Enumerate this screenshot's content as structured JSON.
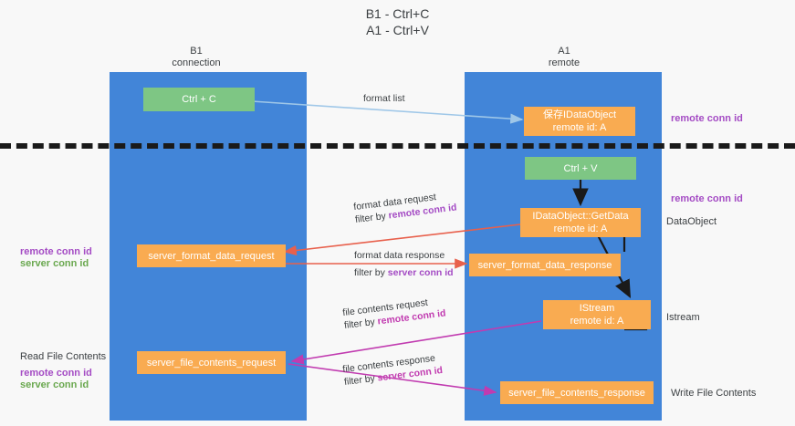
{
  "title": {
    "line1": "B1 - Ctrl+C",
    "line2": "A1 - Ctrl+V"
  },
  "columns": [
    {
      "name": "B1",
      "role": "connection"
    },
    {
      "name": "A1",
      "role": "remote"
    }
  ],
  "boxes": {
    "ctrl_c": {
      "label": "Ctrl + C",
      "color": "#7ec684"
    },
    "save_idataobject": {
      "line1": "保存IDataObject",
      "line2": "remote id: A",
      "color": "#f9ab51"
    },
    "ctrl_v": {
      "label": "Ctrl + V",
      "color": "#7ec684"
    },
    "getdata": {
      "line1": "IDataObject::GetData",
      "line2": "remote id: A",
      "color": "#f9ab51"
    },
    "server_format_data_request": {
      "label": "server_format_data_request",
      "color": "#f9ab51"
    },
    "server_format_data_response": {
      "label": "server_format_data_response",
      "color": "#f9ab51"
    },
    "istream": {
      "line1": "IStream",
      "line2": "remote id: A",
      "color": "#f9ab51"
    },
    "server_file_contents_request": {
      "label": "server_file_contents_request",
      "color": "#f9ab51"
    },
    "server_file_contents_response": {
      "label": "server_file_contents_response",
      "color": "#f9ab51"
    }
  },
  "arrows": {
    "format_list": {
      "label": "format list"
    },
    "format_data_request": {
      "label": "format data request",
      "filter_prefix": "filter by ",
      "filter_key": "remote conn id"
    },
    "format_data_response": {
      "label": "format data response",
      "filter_prefix": "filter by ",
      "filter_key": "server conn id"
    },
    "file_contents_request": {
      "label": "file contents request",
      "filter_prefix": "filter by ",
      "filter_key": "remote conn id"
    },
    "file_contents_response": {
      "label": "file contents response",
      "filter_prefix": "filter by ",
      "filter_key": "server conn id"
    }
  },
  "side_labels": {
    "right_remote_conn_id_top": "remote conn id",
    "right_remote_conn_id_mid": "remote conn id",
    "right_dataobject": "DataObject",
    "right_istream": "Istream",
    "right_write_file_contents": "Write File Contents",
    "left_remote_conn_id_mid": "remote conn id",
    "left_server_conn_id_mid": "server conn id",
    "left_read_file_contents": "Read File Contents",
    "left_remote_conn_id_bottom": "remote conn id",
    "left_server_conn_id_bottom": "server conn id"
  },
  "colors": {
    "lane": "#4285d8",
    "green_box": "#7ec684",
    "orange_box": "#f9ab51",
    "purple": "#a44bc4",
    "green_text": "#6aa84f",
    "magenta": "#c13bb0",
    "arrow_light_blue": "#9fc7e8",
    "arrow_red": "#e8604c",
    "arrow_black": "#1a1a1a",
    "background": "#f8f8f8"
  }
}
